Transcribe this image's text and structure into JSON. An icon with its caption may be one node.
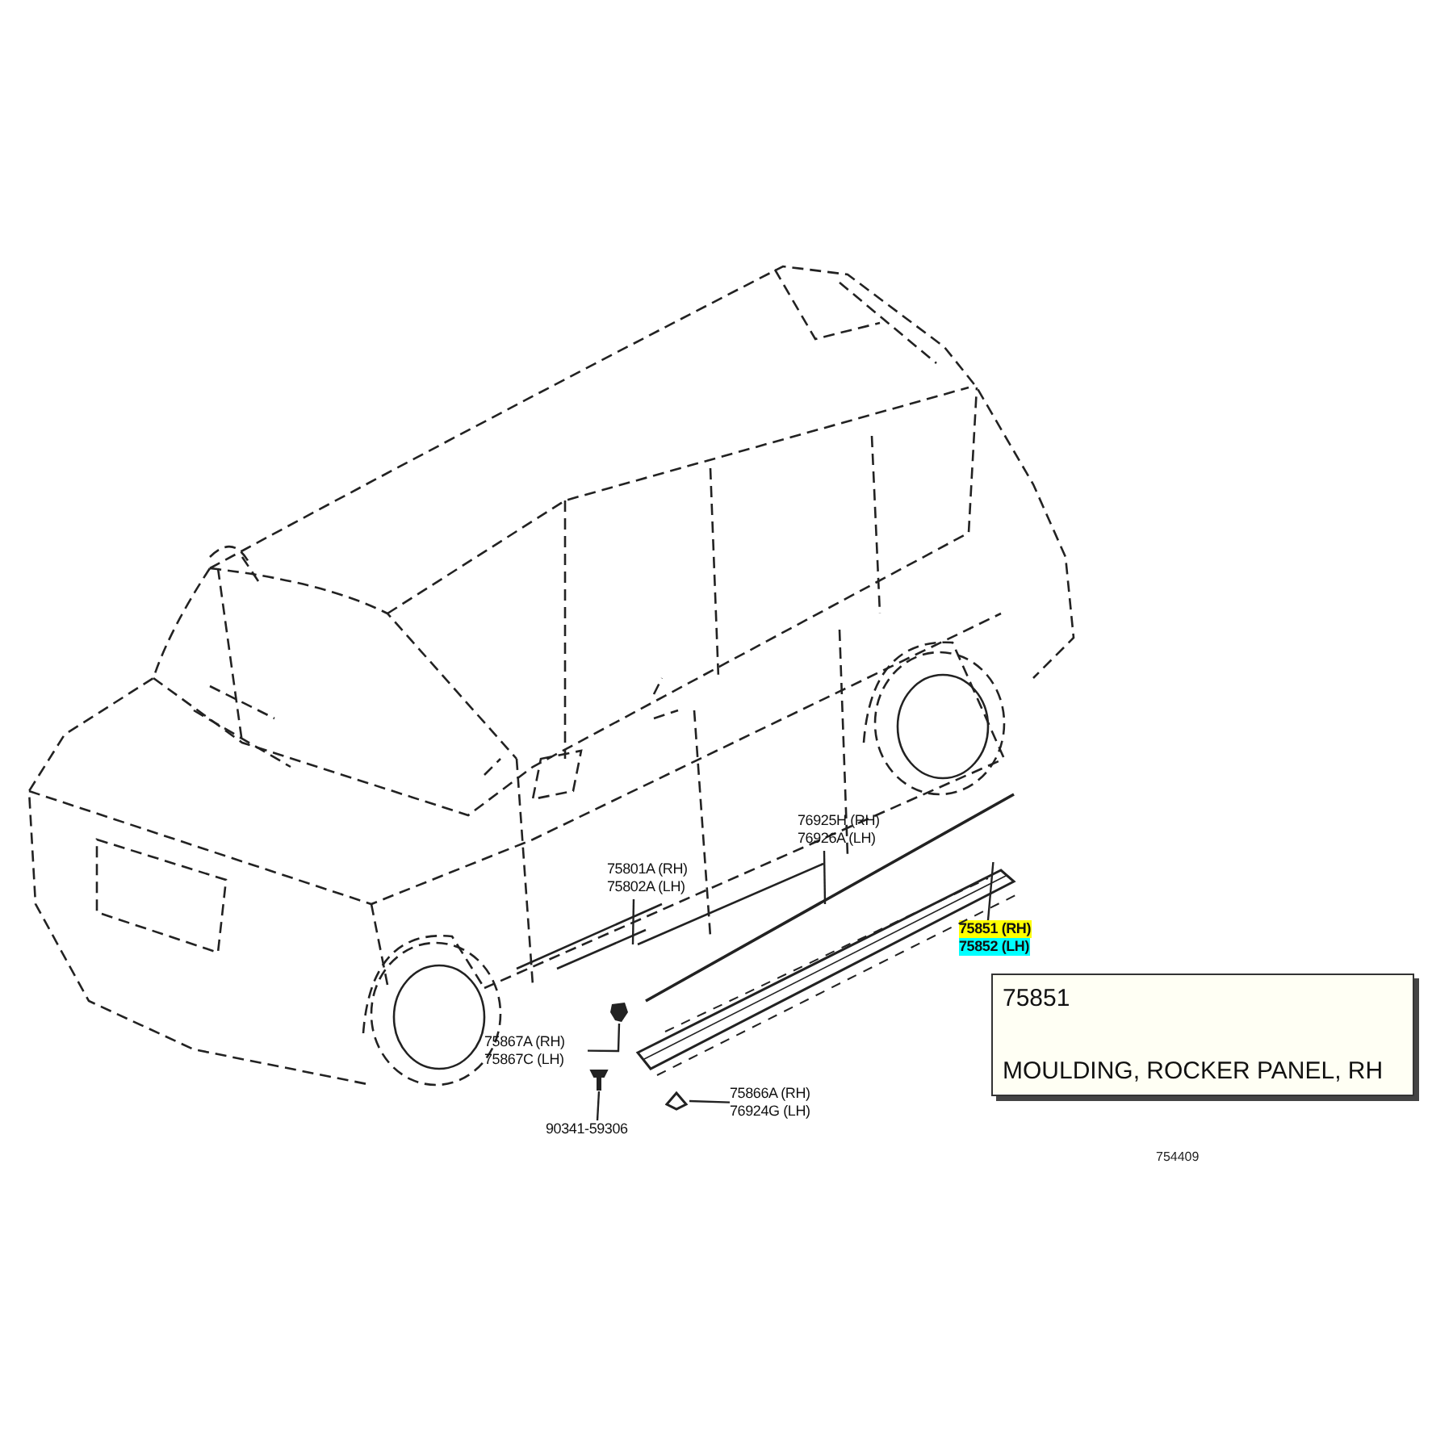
{
  "diagram": {
    "nodes": [
      {
        "text": [
          "75801A (RH)",
          "75802A (LH)"
        ]
      },
      {
        "text": [
          "76925H (RH)",
          "76926A (LH)"
        ]
      },
      {
        "text": [
          "75851 (RH)",
          "75852 (LH)"
        ]
      },
      {
        "text": [
          "75867A (RH)",
          "75867C (LH)"
        ]
      },
      {
        "text": [
          "90341-59306"
        ]
      },
      {
        "text": [
          "75866A (RH)",
          "76924G (LH)"
        ]
      },
      {
        "text": [
          "75851",
          "MOULDING, ROCKER PANEL, RH"
        ]
      },
      {
        "text": [],
        "shape": "picture"
      },
      {
        "text": [],
        "shape": "picture"
      },
      {
        "text": [],
        "shape": "picture"
      },
      {
        "text": [],
        "shape": "picture"
      }
    ],
    "edges": [
      {
        "from": 0,
        "to": null,
        "arrow": "none"
      },
      {
        "from": 1,
        "to": null,
        "arrow": "none"
      },
      {
        "from": 2,
        "to": 10,
        "arrow": "none"
      },
      {
        "from": 3,
        "to": 7,
        "arrow": "none"
      },
      {
        "from": 4,
        "to": 8,
        "arrow": "none"
      },
      {
        "from": 5,
        "to": 9,
        "arrow": "none"
      }
    ],
    "labels": [
      "754409"
    ]
  }
}
